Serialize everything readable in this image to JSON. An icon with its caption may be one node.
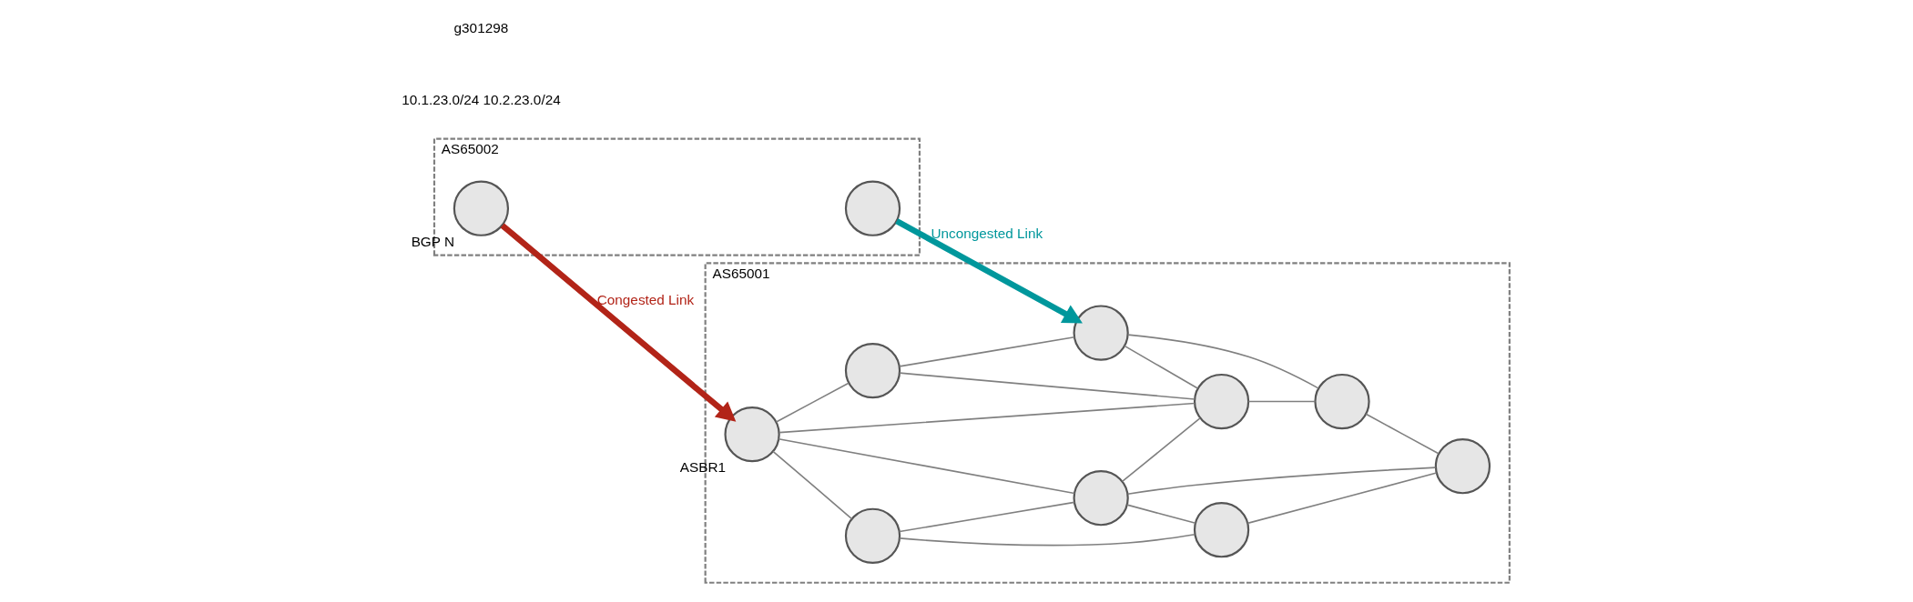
{
  "diagram": {
    "nodes": [
      {
        "text": [
          "AS65002"
        ]
      },
      {
        "text": [
          "BGP N"
        ],
        "in": 0
      },
      {
        "text": [],
        "shape": "circle",
        "in": 0
      },
      {
        "text": [
          "AS65001"
        ]
      },
      {
        "text": [
          "ASBR1"
        ],
        "in": 3
      },
      {
        "text": [],
        "shape": "circle",
        "in": 3
      },
      {
        "text": [],
        "shape": "circle",
        "in": 3
      },
      {
        "text": [],
        "shape": "circle",
        "in": 3
      },
      {
        "text": [],
        "shape": "circle",
        "in": 3
      },
      {
        "text": [],
        "shape": "circle",
        "in": 3
      },
      {
        "text": [],
        "shape": "circle",
        "in": 3
      },
      {
        "text": [],
        "shape": "circle",
        "in": 3
      },
      {
        "text": [],
        "shape": "circle",
        "in": 3
      }
    ],
    "edges": [
      {
        "from": 1,
        "to": 4,
        "arrow": "to",
        "label": "Congested Link",
        "style": "thick",
        "color": "#b22418"
      },
      {
        "from": 2,
        "to": 9,
        "arrow": "to",
        "label": "Uncongested Link",
        "style": "thick",
        "color": "#00979c"
      },
      {
        "from": 4,
        "to": 5,
        "arrow": "none"
      },
      {
        "from": 4,
        "to": 6,
        "arrow": "none"
      },
      {
        "from": 4,
        "to": 7,
        "arrow": "none"
      },
      {
        "from": 4,
        "to": 10,
        "arrow": "none"
      },
      {
        "from": 5,
        "to": 7,
        "arrow": "none"
      },
      {
        "from": 5,
        "to": 8,
        "arrow": "none"
      },
      {
        "from": 6,
        "to": 9,
        "arrow": "none"
      },
      {
        "from": 6,
        "to": 10,
        "arrow": "none"
      },
      {
        "from": 7,
        "to": 8,
        "arrow": "none"
      },
      {
        "from": 7,
        "to": 10,
        "arrow": "none"
      },
      {
        "from": 7,
        "to": 12,
        "arrow": "none"
      },
      {
        "from": 8,
        "to": 12,
        "arrow": "none"
      },
      {
        "from": 9,
        "to": 10,
        "arrow": "none"
      },
      {
        "from": 9,
        "to": 11,
        "arrow": "none"
      },
      {
        "from": 10,
        "to": 11,
        "arrow": "none"
      },
      {
        "from": 11,
        "to": 12,
        "arrow": "none"
      }
    ],
    "labels": [
      "10.1.23.0/24 10.2.23.0/24",
      "g301298"
    ]
  }
}
